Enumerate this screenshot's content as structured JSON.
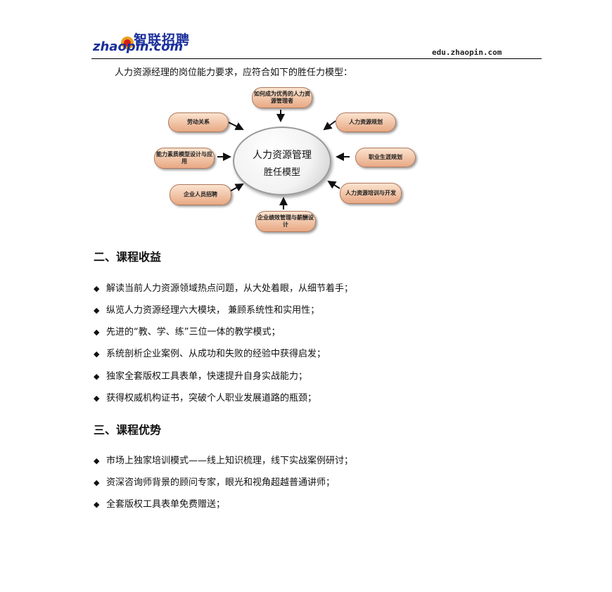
{
  "header": {
    "logo_cn": "智联招聘",
    "logo_en": "zhaopin.com",
    "site": "edu.zhaopin.com"
  },
  "intro": "人力资源经理的岗位能力要求，应符合如下的胜任力模型：",
  "diagram": {
    "hub_line1": "人力资源管理",
    "hub_line2": "胜任模型",
    "nodes": [
      "如何成为优秀的人力资源管理者",
      "劳动关系",
      "人力资源规划",
      "能力素质模型设计与应用",
      "职业生涯规划",
      "企业人员招聘",
      "人力资源培训与开发",
      "企业绩效管理与薪酬设计"
    ]
  },
  "section2": {
    "title": "二、课程收益",
    "bullet_mark": "◆",
    "items": [
      "解读当前人力资源领域热点问题，从大处着眼，从细节着手；",
      "纵览人力资源经理六大模块， 兼顾系统性和实用性；",
      "先进的“教、学、练”三位一体的教学模式；",
      "系统剖析企业案例、从成功和失败的经验中获得启发；",
      "独家全套版权工具表单，快速提升自身实战能力；",
      "获得权威机构证书，突破个人职业发展道路的瓶颈；"
    ]
  },
  "section3": {
    "title": "三、课程优势",
    "items": [
      "市场上独家培训模式——线上知识梳理，线下实战案例研讨；",
      "资深咨询师背景的顾问专家，眼光和视角超越普通讲师；",
      "全套版权工具表单免费赠送；"
    ]
  }
}
